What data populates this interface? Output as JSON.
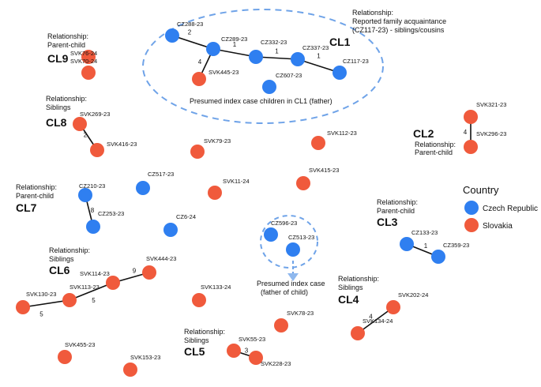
{
  "colors": {
    "czech": "#2f7ff0",
    "slovakia": "#f05a3c",
    "edge": "#111111",
    "dashed": "#6fa3e8"
  },
  "legend": {
    "title": "Country",
    "items": [
      {
        "label": "Czech Republic",
        "country": "czech"
      },
      {
        "label": "Slovakia",
        "country": "slovakia"
      }
    ]
  },
  "annotations": {
    "cl1_relationship": "Relationship:",
    "cl1_rel_line2": "Reported family acquaintance",
    "cl1_rel_line3": "(CZ117-23) - siblings/cousins",
    "cl1_index": "Presumed index case children in CL1 (father)",
    "cl3_index_line1": "Presumed index case",
    "cl3_index_line2": "(father of child)"
  },
  "clusters": [
    {
      "id": "CL1",
      "relationship": ""
    },
    {
      "id": "CL2",
      "relationship": "Parent-child"
    },
    {
      "id": "CL3",
      "relationship": "Parent-child"
    },
    {
      "id": "CL4",
      "relationship": "Siblings"
    },
    {
      "id": "CL5",
      "relationship": "Siblings"
    },
    {
      "id": "CL6",
      "relationship": "Siblings"
    },
    {
      "id": "CL7",
      "relationship": "Parent-child"
    },
    {
      "id": "CL8",
      "relationship": "Siblings"
    },
    {
      "id": "CL9",
      "relationship": "Parent-child"
    }
  ],
  "relationship_prefix": "Relationship:",
  "nodes": [
    {
      "id": "CZ288-23",
      "country": "czech"
    },
    {
      "id": "CZ289-23",
      "country": "czech"
    },
    {
      "id": "CZ332-23",
      "country": "czech"
    },
    {
      "id": "CZ337-23",
      "country": "czech"
    },
    {
      "id": "CZ117-23",
      "country": "czech"
    },
    {
      "id": "SVK445-23",
      "country": "slovakia"
    },
    {
      "id": "CZ607-23",
      "country": "czech"
    },
    {
      "id": "SVK76-24",
      "country": "slovakia"
    },
    {
      "id": "SVK70-24",
      "country": "slovakia"
    },
    {
      "id": "SVK269-23",
      "country": "slovakia"
    },
    {
      "id": "SVK416-23",
      "country": "slovakia"
    },
    {
      "id": "SVK79-23",
      "country": "slovakia"
    },
    {
      "id": "SVK112-23",
      "country": "slovakia"
    },
    {
      "id": "SVK321-23",
      "country": "slovakia"
    },
    {
      "id": "SVK296-23",
      "country": "slovakia"
    },
    {
      "id": "CZ517-23",
      "country": "czech"
    },
    {
      "id": "SVK11-24",
      "country": "slovakia"
    },
    {
      "id": "SVK415-23",
      "country": "slovakia"
    },
    {
      "id": "CZ210-23",
      "country": "czech"
    },
    {
      "id": "CZ253-23",
      "country": "czech"
    },
    {
      "id": "CZ6-24",
      "country": "czech"
    },
    {
      "id": "CZ596-23",
      "country": "czech"
    },
    {
      "id": "CZ513-23",
      "country": "czech"
    },
    {
      "id": "CZ133-23",
      "country": "czech"
    },
    {
      "id": "CZ359-23",
      "country": "czech"
    },
    {
      "id": "SVK444-23",
      "country": "slovakia"
    },
    {
      "id": "SVK114-23",
      "country": "slovakia"
    },
    {
      "id": "SVK113-23",
      "country": "slovakia"
    },
    {
      "id": "SVK130-23",
      "country": "slovakia"
    },
    {
      "id": "SVK133-24",
      "country": "slovakia"
    },
    {
      "id": "SVK202-24",
      "country": "slovakia"
    },
    {
      "id": "SVK134-24",
      "country": "slovakia"
    },
    {
      "id": "SVK78-23",
      "country": "slovakia"
    },
    {
      "id": "SVK55-23",
      "country": "slovakia"
    },
    {
      "id": "SVK228-23",
      "country": "slovakia"
    },
    {
      "id": "SVK455-23",
      "country": "slovakia"
    },
    {
      "id": "SVK153-23",
      "country": "slovakia"
    }
  ],
  "edges": [
    {
      "from": "CZ288-23",
      "to": "CZ289-23",
      "label": "2"
    },
    {
      "from": "CZ289-23",
      "to": "SVK445-23",
      "label": "4"
    },
    {
      "from": "CZ289-23",
      "to": "CZ332-23",
      "label": "1"
    },
    {
      "from": "CZ332-23",
      "to": "CZ337-23",
      "label": "1"
    },
    {
      "from": "CZ337-23",
      "to": "CZ117-23",
      "label": "1"
    },
    {
      "from": "SVK269-23",
      "to": "SVK416-23",
      "label": "2"
    },
    {
      "from": "SVK321-23",
      "to": "SVK296-23",
      "label": "4"
    },
    {
      "from": "CZ210-23",
      "to": "CZ253-23",
      "label": "8"
    },
    {
      "from": "CZ133-23",
      "to": "CZ359-23",
      "label": "1"
    },
    {
      "from": "SVK130-23",
      "to": "SVK113-23",
      "label": "5"
    },
    {
      "from": "SVK113-23",
      "to": "SVK114-23",
      "label": "5"
    },
    {
      "from": "SVK114-23",
      "to": "SVK444-23",
      "label": "9"
    },
    {
      "from": "SVK202-24",
      "to": "SVK134-24",
      "label": "4"
    },
    {
      "from": "SVK55-23",
      "to": "SVK228-23",
      "label": "3"
    }
  ]
}
